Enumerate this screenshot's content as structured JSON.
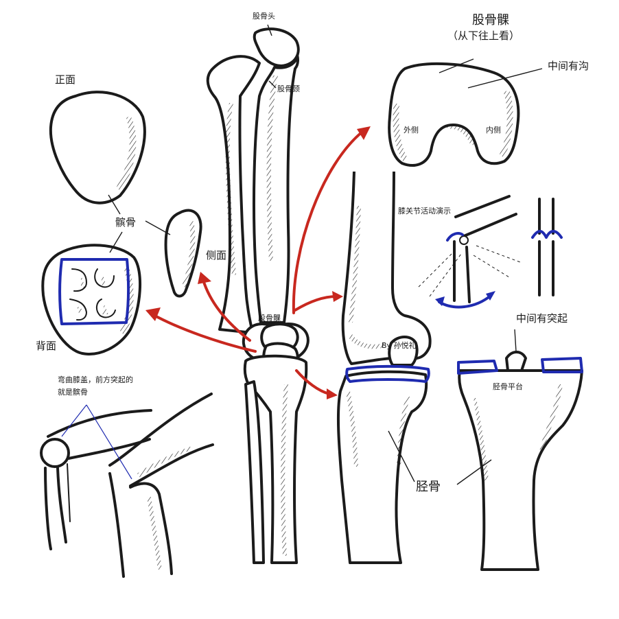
{
  "labels": {
    "front_view": "正面",
    "patella_top": "髌骨",
    "back_view": "背面",
    "side_view": "侧面",
    "femoral_head": "股骨头",
    "femoral_neck": "股骨颈",
    "femoral_condyle_center": "股骨髁",
    "condyle_title": "股骨髁",
    "condyle_subtitle": "（从下往上看）",
    "middle_groove": "中间有沟",
    "lateral": "外侧",
    "medial": "内侧",
    "knee_demo": "膝关节活动演示",
    "signature": "By 孙悦礼",
    "middle_bump": "中间有突起",
    "tibial_plateau": "胫骨平台",
    "tibia": "胫骨",
    "bend_note_line1": "弯曲膝盖，前方突起的",
    "bend_note_line2": "就是髌骨"
  },
  "colors": {
    "ink": "#1b1b1b",
    "arrow_red": "#c8281f",
    "highlight_blue": "#1f2bb0"
  }
}
